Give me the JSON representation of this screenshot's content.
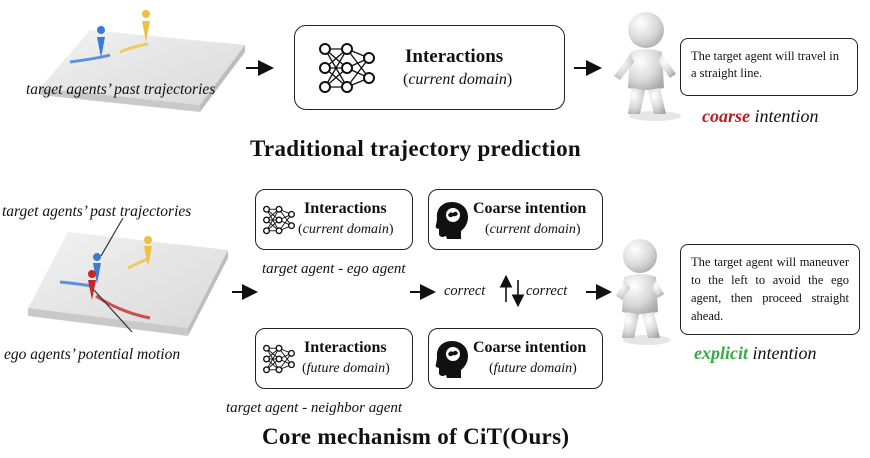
{
  "colors": {
    "coarse": "#b22222",
    "explicit": "#3aa845",
    "outline": "#222222"
  },
  "traditional": {
    "scene_label": "target agents’ past trajectories",
    "interactions_title": "Interactions",
    "interactions_domain": "current domain",
    "speech": "The target agent will travel in a straight line.",
    "intention_word": "coarse",
    "intention_rest": "intention",
    "caption": "Traditional trajectory prediction"
  },
  "cit": {
    "scene_label_top": "target agents’ past trajectories",
    "scene_label_bottom": "ego agents’ potential motion",
    "interactions_title": "Interactions",
    "current_domain": "current domain",
    "future_domain": "future domain",
    "coarse_title": "Coarse intention",
    "pair_top": "target agent - ego agent",
    "pair_bottom": "target agent - neighbor agent",
    "correct_left": "correct",
    "correct_right": "correct",
    "speech": "The target agent will maneuver to the left to avoid the ego agent, then proceed straight ahead.",
    "intention_word": "explicit",
    "intention_rest": "intention",
    "caption": "Core mechanism of CiT(Ours)"
  },
  "icons": [
    "neural-network-icon",
    "brain-head-icon",
    "person-figure-icon",
    "arrow-right-icon",
    "agent-marker-icon"
  ]
}
